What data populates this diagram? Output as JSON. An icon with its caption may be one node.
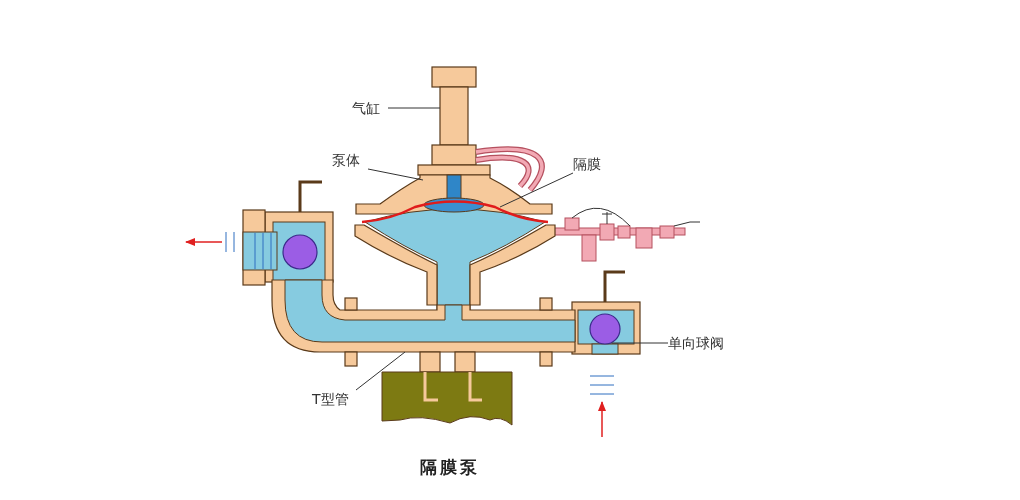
{
  "diagram": {
    "caption": "隔膜泵",
    "nodes": [
      {
        "text": [
          "气缸"
        ]
      },
      {
        "text": [],
        "shape": "picture"
      },
      {
        "text": [
          "泵体"
        ]
      },
      {
        "text": [],
        "shape": "picture"
      },
      {
        "text": [
          "隔膜"
        ]
      },
      {
        "text": [],
        "shape": "picture"
      },
      {
        "text": [],
        "shape": "circle"
      },
      {
        "text": [
          "单向球阀"
        ]
      },
      {
        "text": [
          "T型管"
        ]
      },
      {
        "text": [],
        "shape": "picture"
      }
    ],
    "edges": [
      {
        "from": 0,
        "to": 1,
        "arrow": "none"
      },
      {
        "from": 2,
        "to": 3,
        "arrow": "none"
      },
      {
        "from": 4,
        "to": 5,
        "arrow": "none"
      },
      {
        "from": 7,
        "to": 6,
        "arrow": "none"
      },
      {
        "from": 8,
        "to": 9,
        "arrow": "none"
      }
    ]
  }
}
